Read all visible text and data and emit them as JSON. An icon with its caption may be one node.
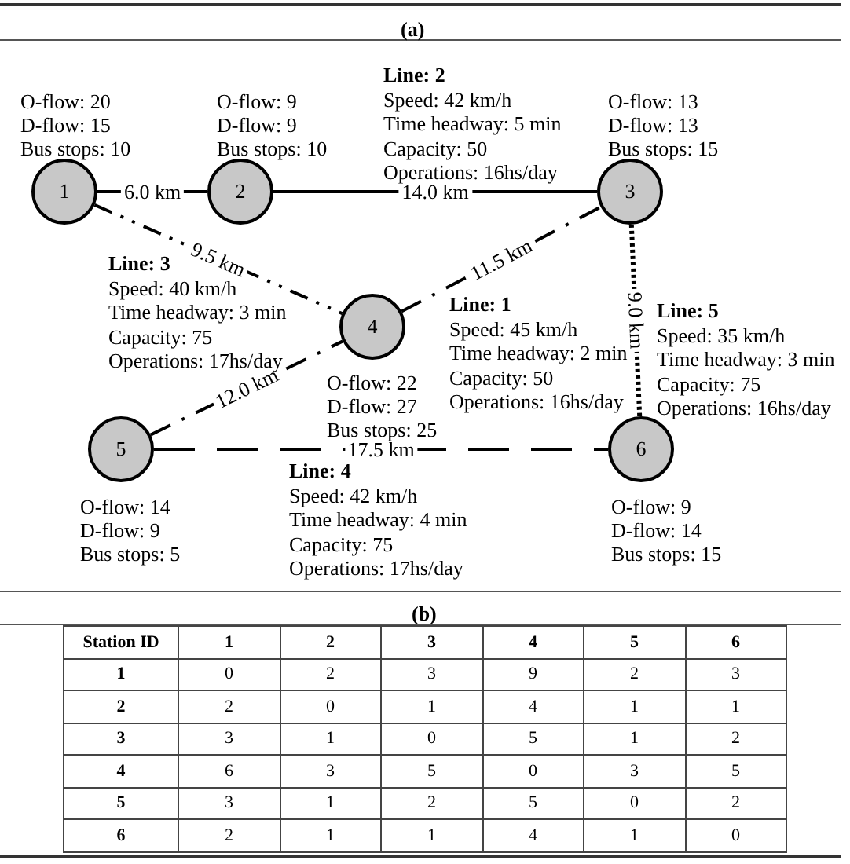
{
  "diagram": {
    "nodes": [
      {
        "text": [
          "1"
        ],
        "beside": [
          "O-flow: 20",
          "D-flow: 15",
          "Bus stops: 10"
        ]
      },
      {
        "text": [
          "2"
        ],
        "beside": [
          "O-flow: 9",
          "D-flow: 9",
          "Bus stops: 10"
        ]
      },
      {
        "text": [
          "3"
        ],
        "beside": [
          "O-flow: 13",
          "D-flow: 13",
          "Bus stops: 15"
        ]
      },
      {
        "text": [
          "4"
        ],
        "beside": [
          "O-flow: 22",
          "D-flow: 27",
          "Bus stops: 25"
        ]
      },
      {
        "text": [
          "5"
        ],
        "beside": [
          "O-flow: 14",
          "D-flow: 9",
          "Bus stops: 5"
        ]
      },
      {
        "text": [
          "6"
        ],
        "beside": [
          "O-flow: 9",
          "D-flow: 14",
          "Bus stops: 15"
        ]
      }
    ],
    "edges": [
      {
        "from": 0,
        "to": 1,
        "arrow": "none",
        "label": "6.0 km"
      },
      {
        "from": 1,
        "to": 2,
        "arrow": "none",
        "label": "14.0 km"
      },
      {
        "from": 0,
        "to": 3,
        "arrow": "none",
        "label": "9.5 km",
        "style": "dashed"
      },
      {
        "from": 3,
        "to": 2,
        "arrow": "none",
        "label": "11.5 km",
        "style": "dashed"
      },
      {
        "from": 2,
        "to": 5,
        "arrow": "none",
        "label": "9.0 km",
        "style": "dashed"
      },
      {
        "from": 4,
        "to": 3,
        "arrow": "none",
        "label": "12.0 km",
        "style": "dashed"
      },
      {
        "from": 4,
        "to": 5,
        "arrow": "none",
        "label": "17.5 km",
        "style": "dashed"
      }
    ],
    "labels": [
      "(a)",
      "Line: 2",
      "Speed: 42 km/h",
      "Time headway: 5 min",
      "Capacity: 50",
      "Operations: 16hs/day",
      "Line: 3",
      "Speed: 40 km/h",
      "Time headway: 3 min",
      "Capacity: 75",
      "Operations: 17hs/day",
      "Line: 1",
      "Speed: 45 km/h",
      "Time headway: 2 min",
      "Capacity: 50",
      "Operations: 16hs/day",
      "Line: 5",
      "Speed: 35 km/h",
      "Time headway: 3 min",
      "Capacity: 75",
      "Operations: 16hs/day",
      "Line: 4",
      "Speed: 42 km/h",
      "Time headway: 4 min",
      "Capacity: 75",
      "Operations: 17hs/day",
      "(b)",
      "Station ID",
      "1",
      "2",
      "3",
      "4",
      "5",
      "6",
      "1",
      "0",
      "2",
      "3",
      "9",
      "2",
      "3",
      "2",
      "2",
      "0",
      "1",
      "4",
      "1",
      "1",
      "3",
      "3",
      "1",
      "0",
      "5",
      "1",
      "2",
      "4",
      "6",
      "3",
      "5",
      "0",
      "3",
      "5",
      "5",
      "3",
      "1",
      "2",
      "5",
      "0",
      "2",
      "6",
      "2",
      "1",
      "1",
      "4",
      "1",
      "0"
    ]
  }
}
